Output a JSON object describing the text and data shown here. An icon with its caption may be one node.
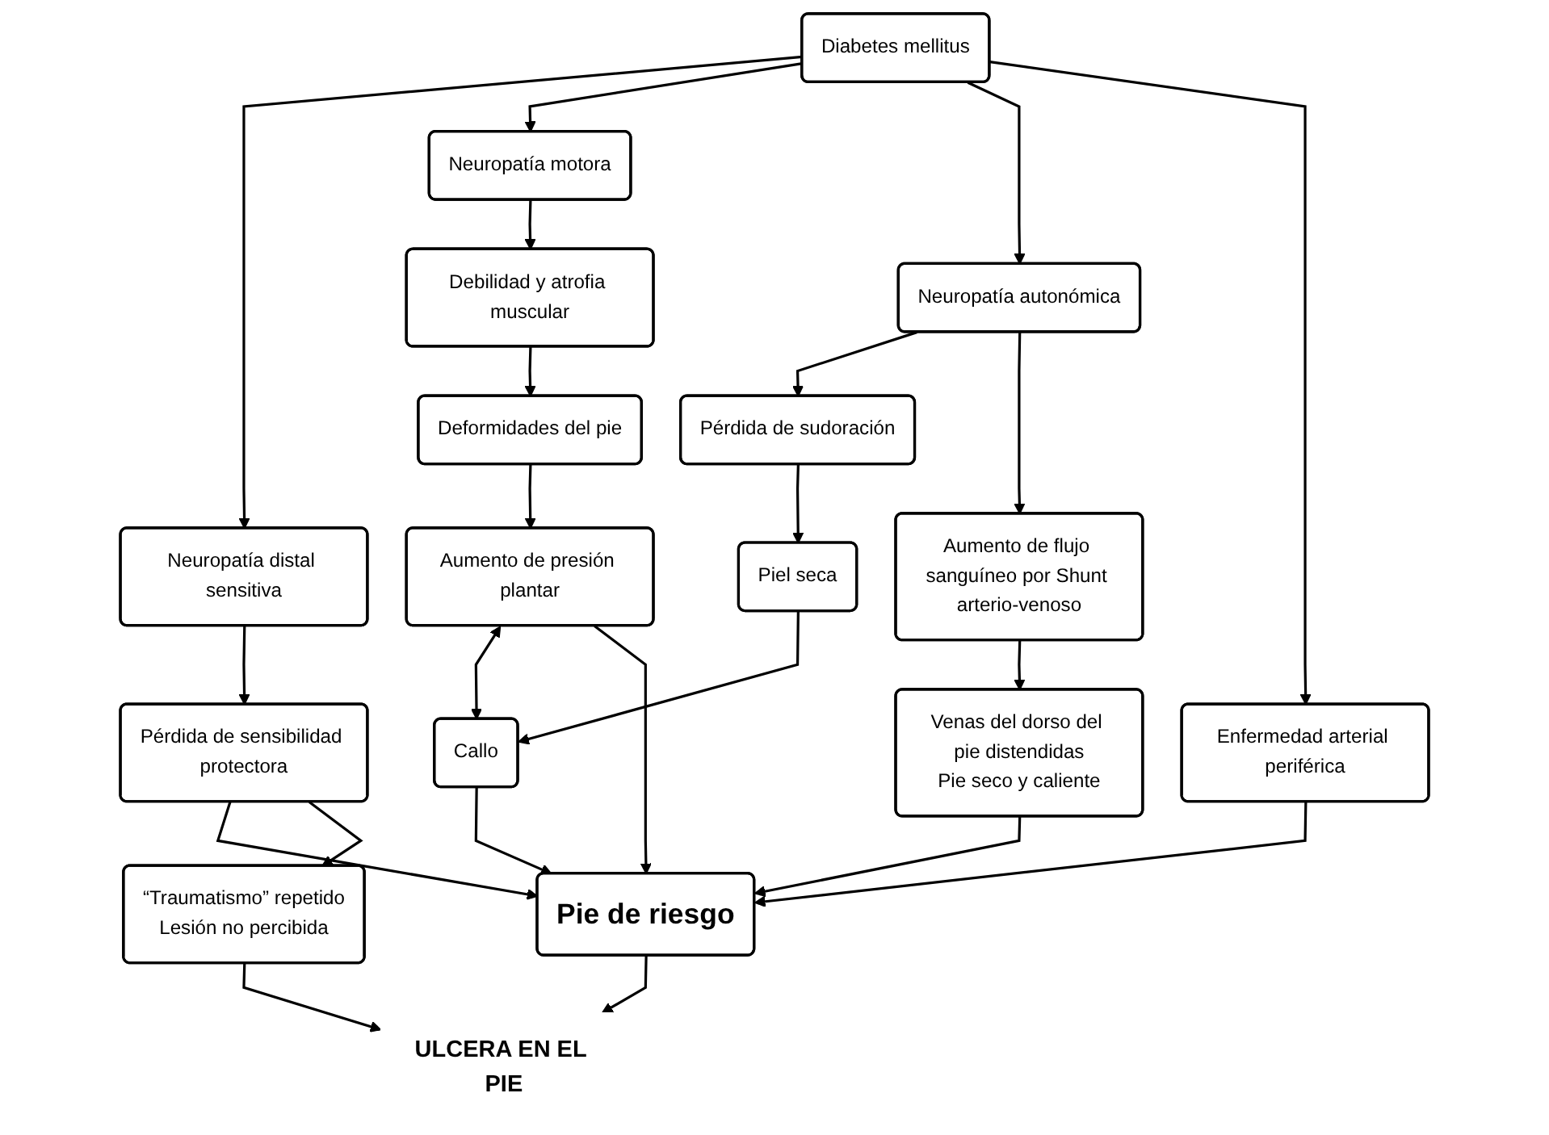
{
  "diagram": {
    "nodes": [
      {
        "text": [
          "Diabetes mellitus"
        ]
      },
      {
        "text": [
          "Neuropatía distal sensitiva"
        ]
      },
      {
        "text": [
          "Neuropatía motora"
        ]
      },
      {
        "text": [
          "Neuropatía autonómica"
        ]
      },
      {
        "text": [
          "Enfermedad arterial periférica"
        ]
      },
      {
        "text": [
          "Pérdida de sensibilidad protectora"
        ]
      },
      {
        "text": [
          "Debilidad y atrofia muscular"
        ]
      },
      {
        "text": [
          "Pérdida de sudoración"
        ]
      },
      {
        "text": [
          "Aumento de flujo sanguíneo por Shunt arterio-venoso"
        ]
      },
      {
        "text": [
          "Deformidades del pie"
        ]
      },
      {
        "text": [
          "Piel seca"
        ]
      },
      {
        "text": [
          "Venas del dorso del pie distendidas",
          "Pie seco y caliente"
        ]
      },
      {
        "text": [
          "Aumento de presión plantar"
        ]
      },
      {
        "text": [
          "Callo"
        ]
      },
      {
        "text": [
          "Pie de riesgo"
        ]
      },
      {
        "text": [
          "“Traumatismo” repetido",
          "Lesión no percibida"
        ]
      },
      {
        "text": [
          "ULCERA EN EL PIE"
        ]
      }
    ],
    "edges": [
      {
        "from": 0,
        "to": 1,
        "arrow": "to"
      },
      {
        "from": 0,
        "to": 2,
        "arrow": "to"
      },
      {
        "from": 0,
        "to": 3,
        "arrow": "to"
      },
      {
        "from": 0,
        "to": 4,
        "arrow": "to"
      },
      {
        "from": 1,
        "to": 5,
        "arrow": "to"
      },
      {
        "from": 2,
        "to": 6,
        "arrow": "to"
      },
      {
        "from": 3,
        "to": 7,
        "arrow": "to"
      },
      {
        "from": 3,
        "to": 8,
        "arrow": "to"
      },
      {
        "from": 6,
        "to": 9,
        "arrow": "to"
      },
      {
        "from": 7,
        "to": 10,
        "arrow": "to"
      },
      {
        "from": 8,
        "to": 11,
        "arrow": "to"
      },
      {
        "from": 9,
        "to": 12,
        "arrow": "to"
      },
      {
        "from": 10,
        "to": 13,
        "arrow": "to"
      },
      {
        "from": 12,
        "to": 13,
        "arrow": "both"
      },
      {
        "from": 12,
        "to": 14,
        "arrow": "to"
      },
      {
        "from": 13,
        "to": 14,
        "arrow": "to"
      },
      {
        "from": 5,
        "to": 14,
        "arrow": "to"
      },
      {
        "from": 11,
        "to": 14,
        "arrow": "to"
      },
      {
        "from": 4,
        "to": 14,
        "arrow": "to"
      },
      {
        "from": 5,
        "to": 15,
        "arrow": "to"
      },
      {
        "from": 14,
        "to": 16,
        "arrow": "to"
      },
      {
        "from": 15,
        "to": 16,
        "arrow": "to"
      }
    ]
  }
}
